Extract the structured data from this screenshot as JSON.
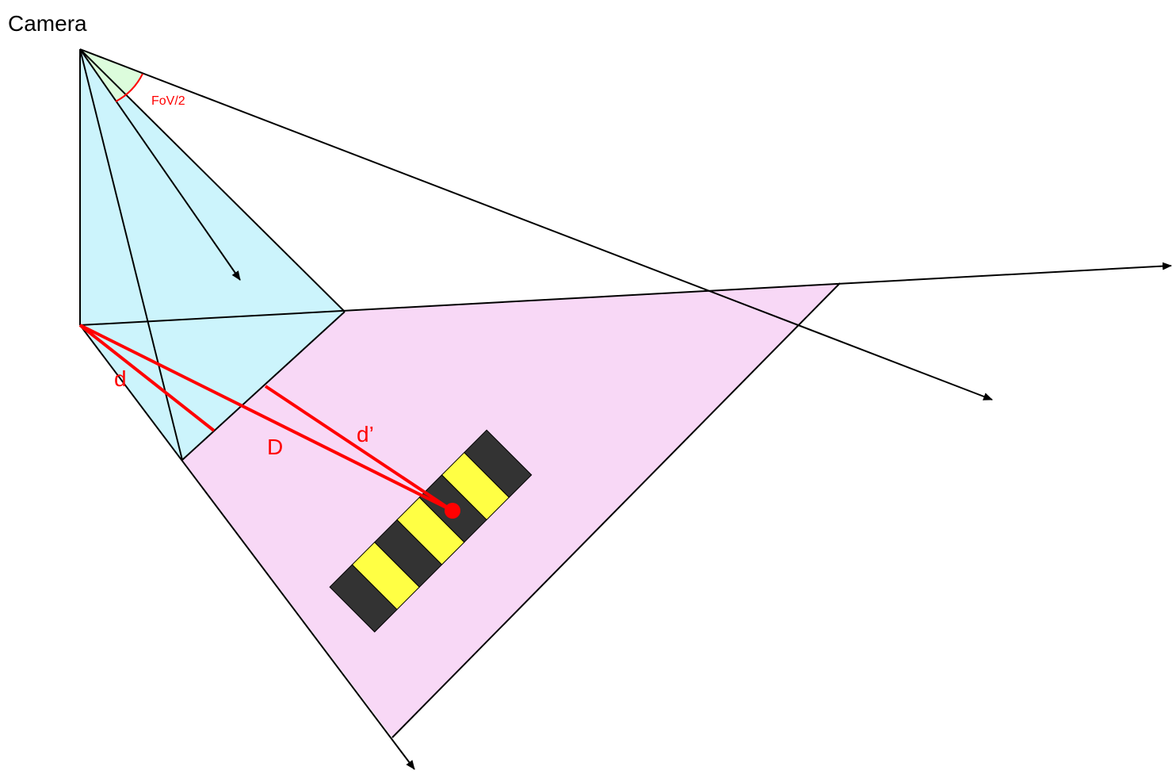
{
  "labels": {
    "camera": "Camera",
    "fov_half": "FoV/2",
    "d": "d",
    "D": "D",
    "d_prime": "d’"
  },
  "colors": {
    "line": "#000000",
    "highlight": "#ff0000",
    "frustum_fill": "#ccf4fc",
    "ground_fill": "#f8d8f6",
    "fov_wedge_fill": "#dcfcdc",
    "stripe_dark": "#333333",
    "stripe_light": "#ffff44"
  }
}
